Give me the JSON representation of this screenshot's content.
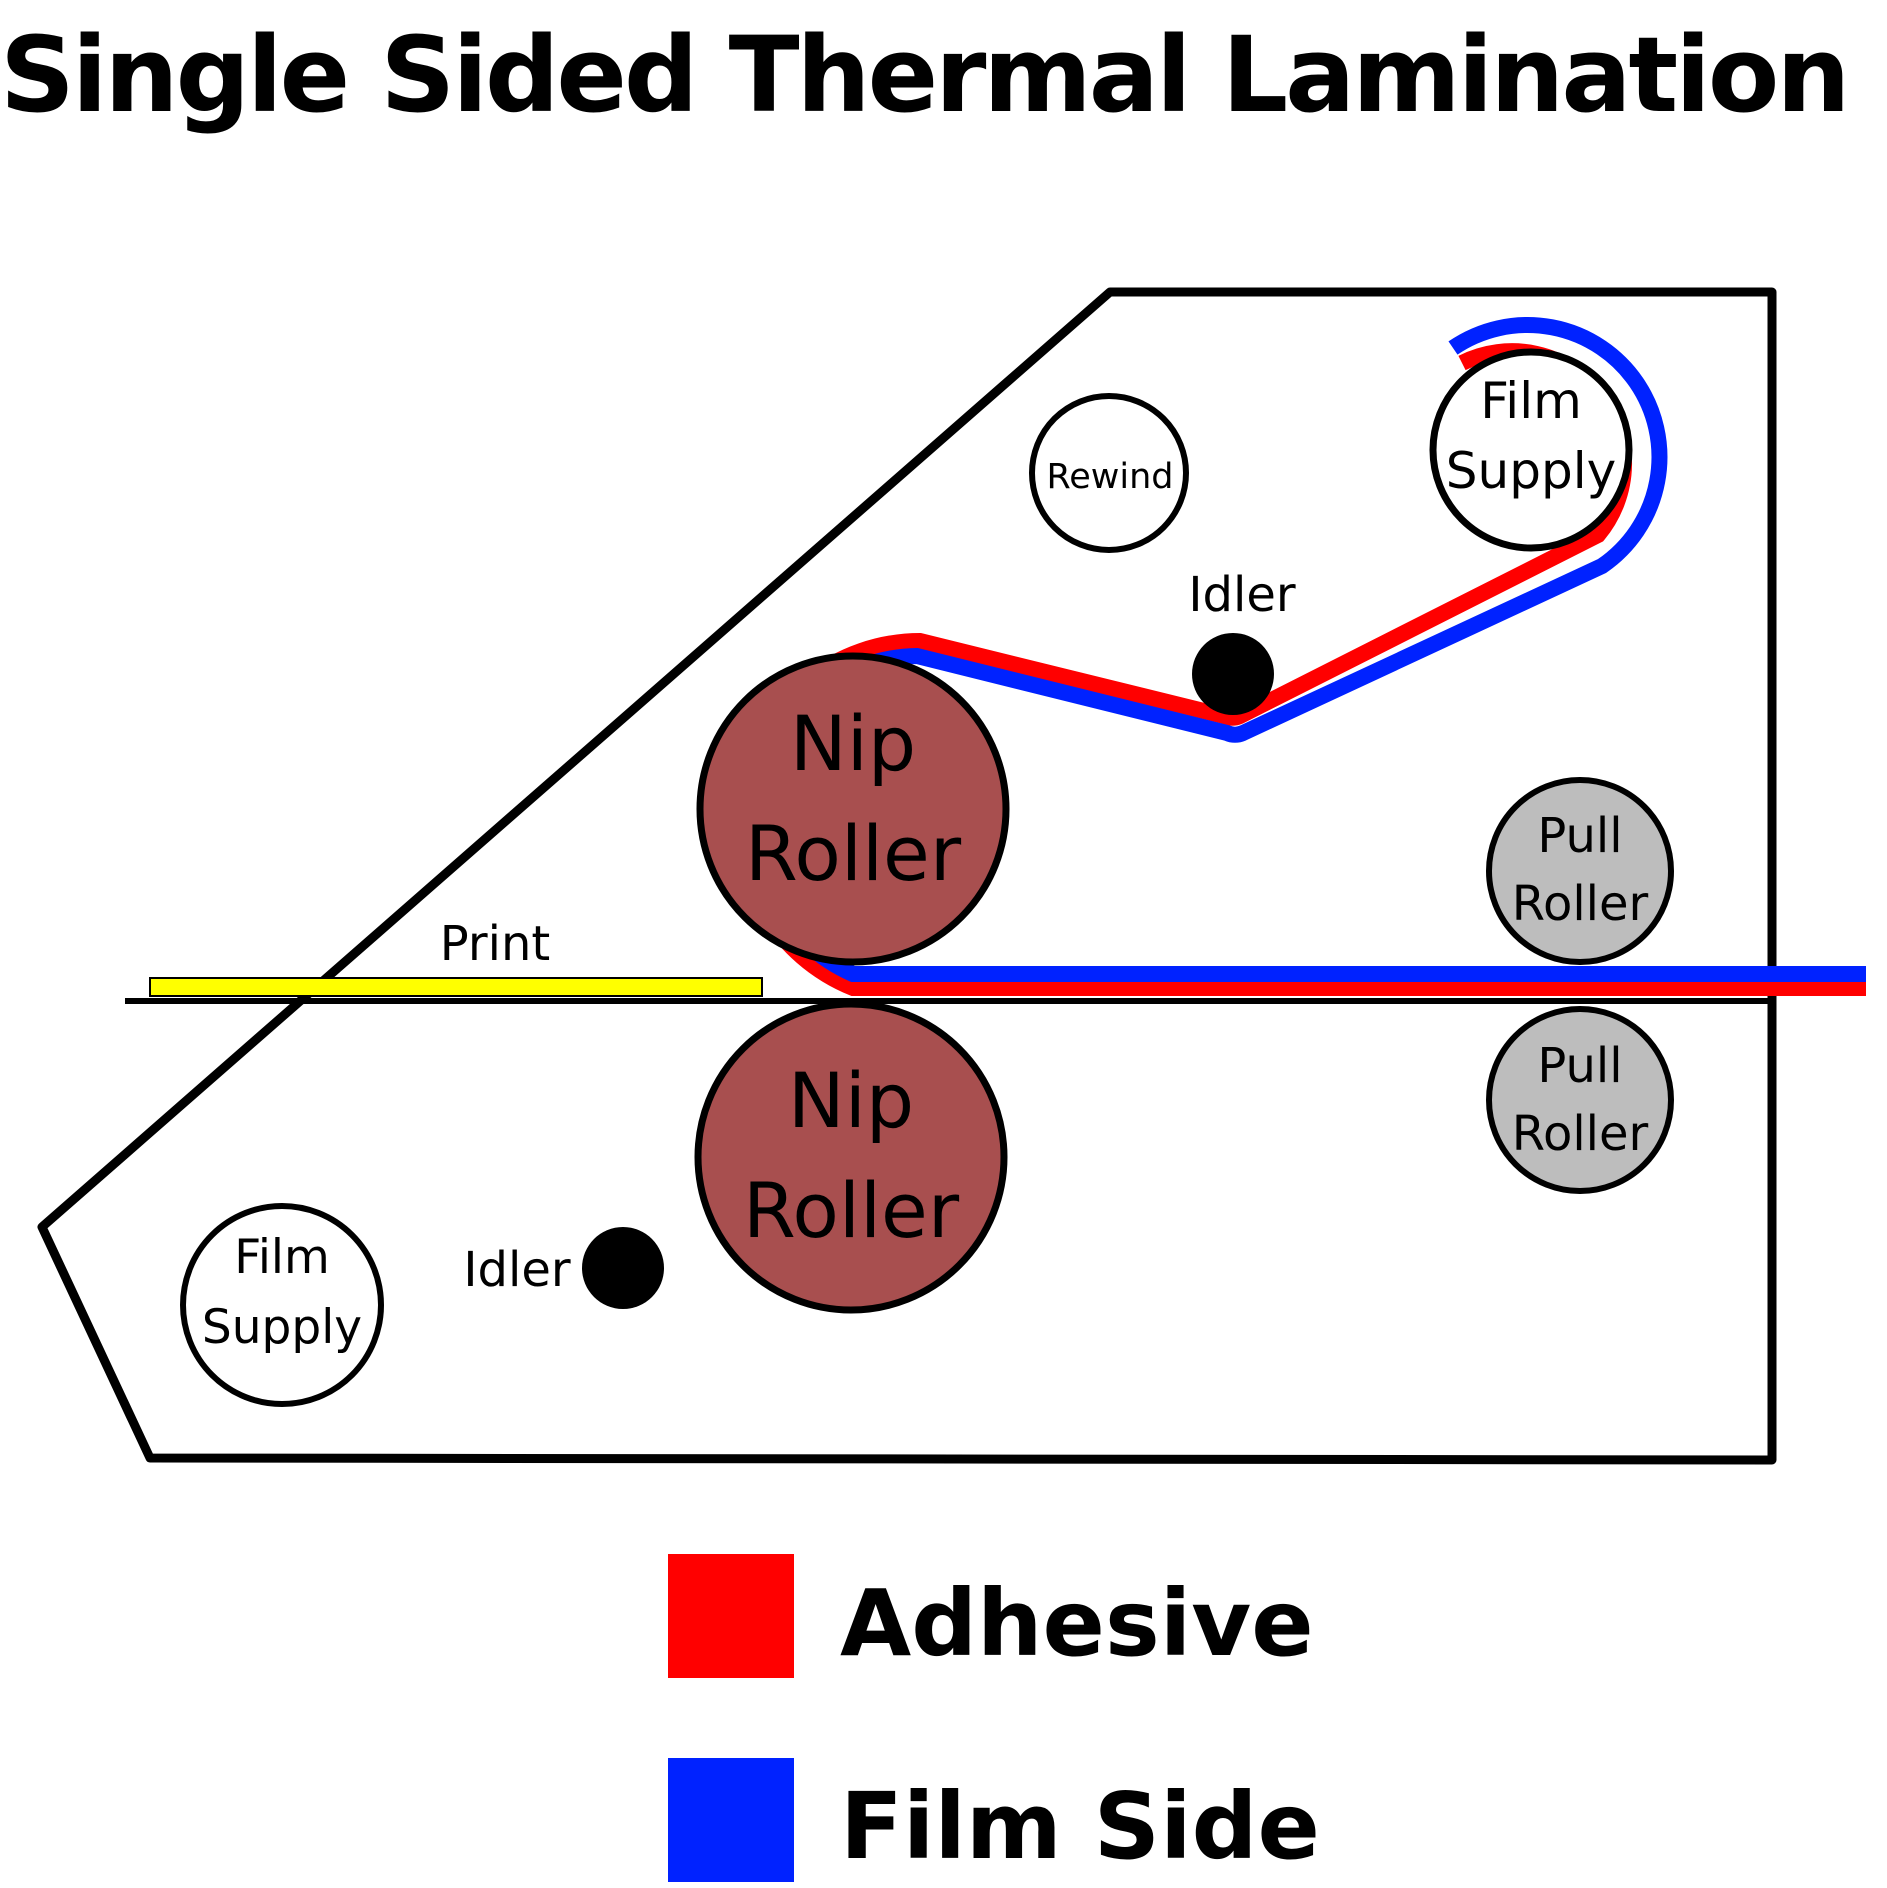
{
  "title": "Single Sided Thermal Lamination",
  "labels": {
    "print": "Print",
    "idler_top": "Idler",
    "idler_bottom": "Idler",
    "rewind": "Rewind",
    "film_supply_top_line1": "Film",
    "film_supply_top_line2": "Supply",
    "film_supply_bottom_line1": "Film",
    "film_supply_bottom_line2": "Supply",
    "nip_top_line1": "Nip",
    "nip_top_line2": "Roller",
    "nip_bottom_line1": "Nip",
    "nip_bottom_line2": "Roller",
    "pull_top_line1": "Pull",
    "pull_top_line2": "Roller",
    "pull_bottom_line1": "Pull",
    "pull_bottom_line2": "Roller"
  },
  "legend": [
    {
      "label": "Adhesive",
      "color": "#ff0000"
    },
    {
      "label": "Film Side",
      "color": "#0022ff"
    }
  ],
  "colors": {
    "adhesive": "#ff0000",
    "film_side": "#0022ff",
    "nip_roller": "#a84f4f",
    "pull_roller": "#bdbdbd",
    "print": "#ffff00",
    "outline": "#000000"
  }
}
